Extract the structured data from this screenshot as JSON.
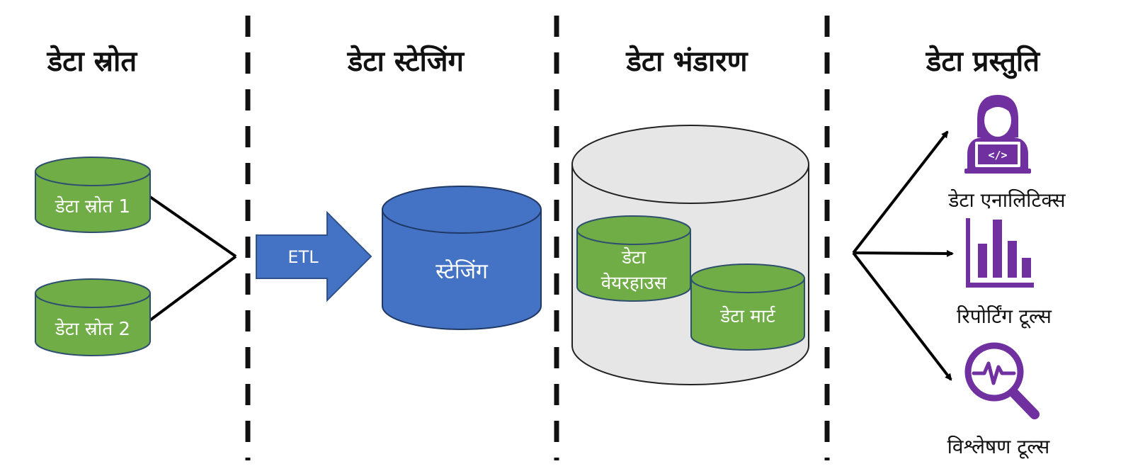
{
  "titles": {
    "source": "डेटा स्रोत",
    "staging": "डेटा स्टेजिंग",
    "storage": "डेटा भंडारण",
    "presentation": "डेटा प्रस्तुति"
  },
  "sources": {
    "source1": "डेटा स्रोत 1",
    "source2": "डेटा स्रोत 2"
  },
  "etl": {
    "label": "ETL"
  },
  "staging": {
    "label": "स्टेजिंग"
  },
  "storage": {
    "warehouse_line1": "डेटा",
    "warehouse_line2": "वेयरहाउस",
    "mart": "डेटा मार्ट"
  },
  "presentation": {
    "analytics": "डेटा एनालिटिक्स",
    "reporting": "रिपोर्टिंग टूल्स",
    "analysis": "विश्लेषण टूल्स"
  },
  "colors": {
    "green": "#70AD47",
    "green_stroke": "#2F4F6F",
    "blue": "#4472C4",
    "gray": "#E7E6E6",
    "purple": "#7030A0",
    "dark": "#111111"
  },
  "icons": [
    "developer-laptop-icon",
    "bar-chart-icon",
    "magnifier-pulse-icon"
  ]
}
